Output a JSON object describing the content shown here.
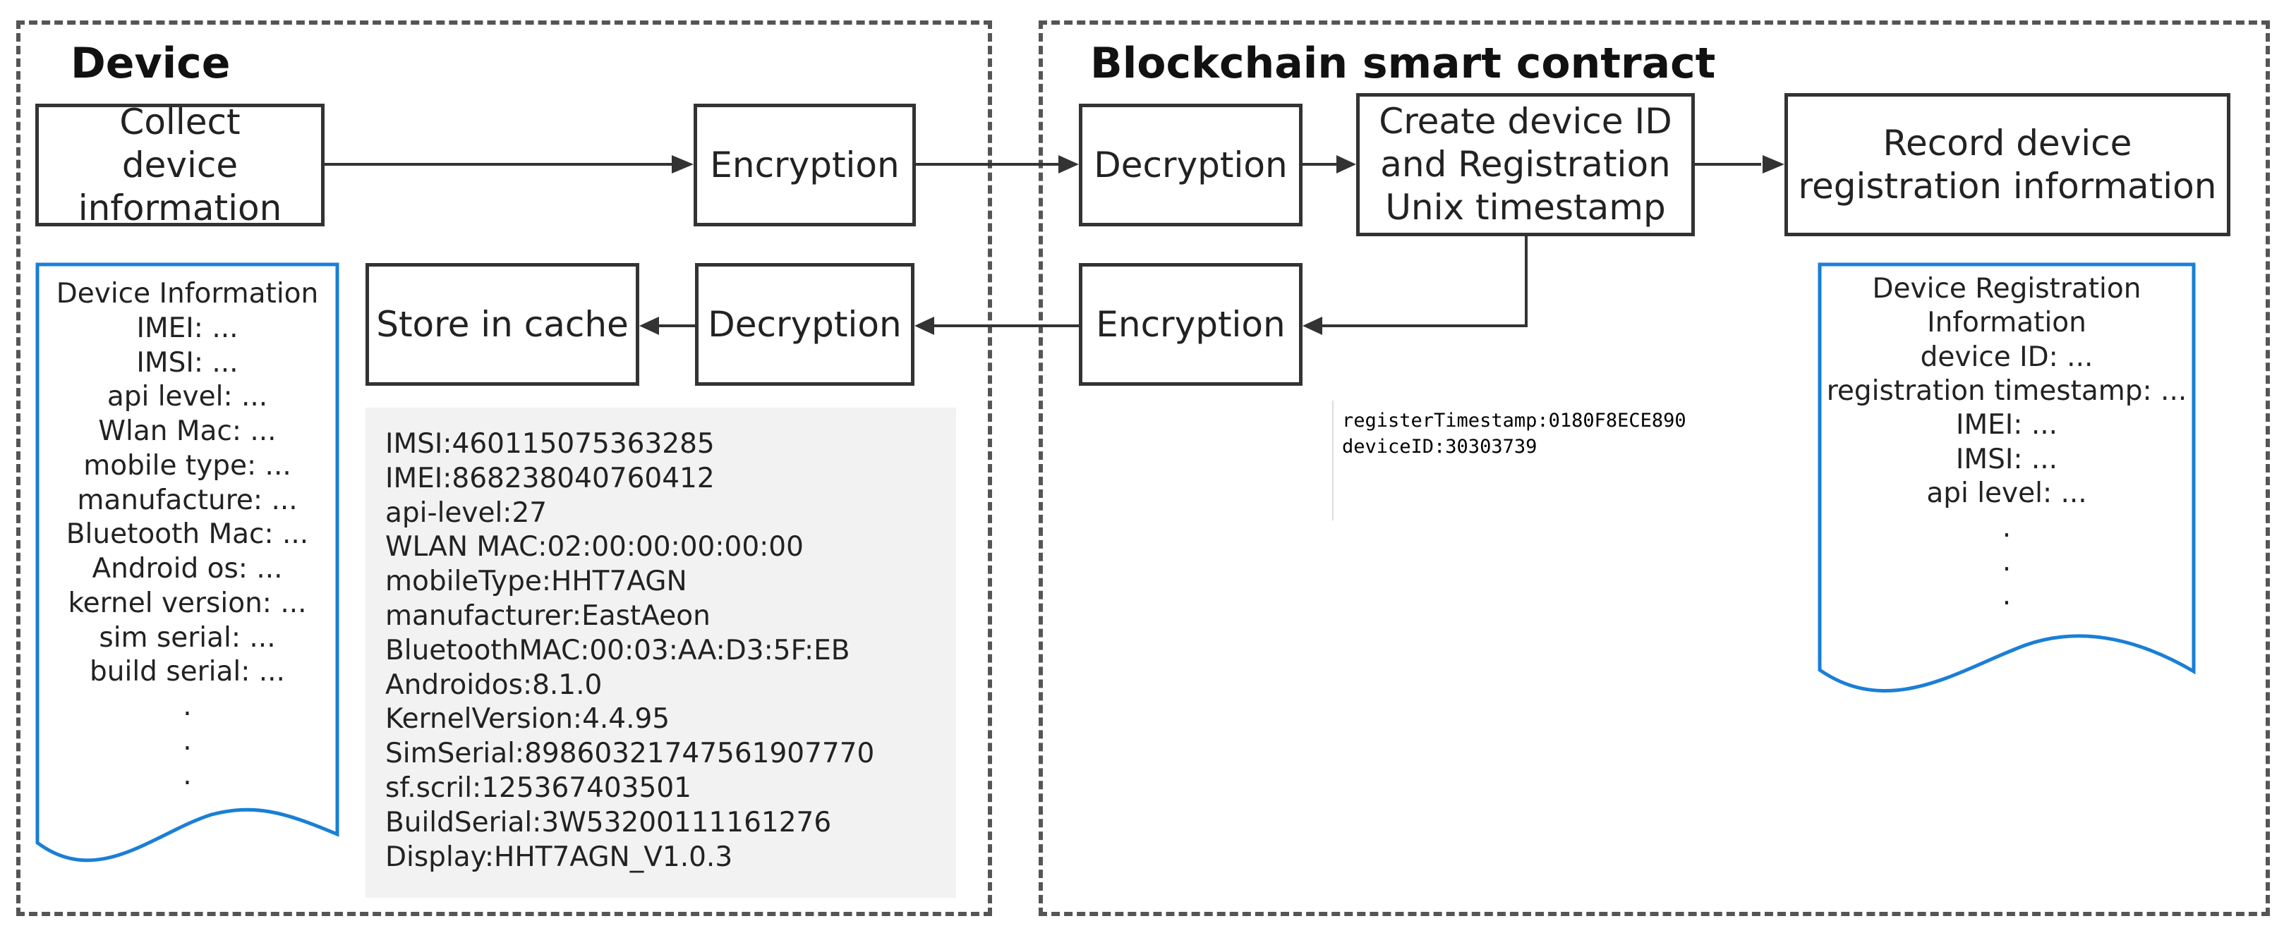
{
  "regions": {
    "device": {
      "title": "Device"
    },
    "blockchain": {
      "title": "Blockchain smart contract"
    }
  },
  "boxes": {
    "collect": "Collect device information",
    "encryption_device": "Encryption",
    "decryption_chain": "Decryption",
    "create_id": "Create device ID and Registration Unix timestamp",
    "record": "Record device registration information",
    "store_cache": "Store in cache",
    "decryption_device": "Decryption",
    "encryption_chain": "Encryption"
  },
  "device_information": {
    "lines": [
      "Device  Information",
      "IMEI: ...",
      "IMSI: ...",
      "api level: ...",
      "Wlan Mac: ...",
      "mobile type: ...",
      "manufacture: ...",
      "Bluetooth Mac: ...",
      "Android os: ...",
      "kernel version: ...",
      "sim serial: ...",
      "build serial: ...",
      ".",
      ".",
      "."
    ]
  },
  "registration_information": {
    "lines": [
      "Device Registration",
      "Information",
      "device ID: ...",
      "registration timestamp: ...",
      "IMEI: ...",
      "IMSI: ...",
      "api level: ...",
      ".",
      ".",
      "."
    ]
  },
  "device_data": {
    "lines": [
      "IMSI:460115075363285",
      "IMEI:868238040760412",
      "api-level:27",
      "WLAN MAC:02:00:00:00:00:00",
      "mobileType:HHT7AGN",
      "manufacturer:EastAeon",
      "BluetoothMAC:00:03:AA:D3:5F:EB",
      "Androidos:8.1.0",
      "KernelVersion:4.4.95",
      "SimSerial:89860321747561907770",
      "sf.scril:125367403501",
      "BuildSerial:3W53200111161276",
      "Display:HHT7AGN_V1.0.3"
    ]
  },
  "registration_output": {
    "lines": [
      "registerTimestamp:0180F8ECE890",
      "deviceID:30303739"
    ]
  },
  "colors": {
    "document_border": "#1a7fd6",
    "line": "#333333",
    "region_border": "#555555",
    "panel_bg": "#f2f2f2"
  }
}
